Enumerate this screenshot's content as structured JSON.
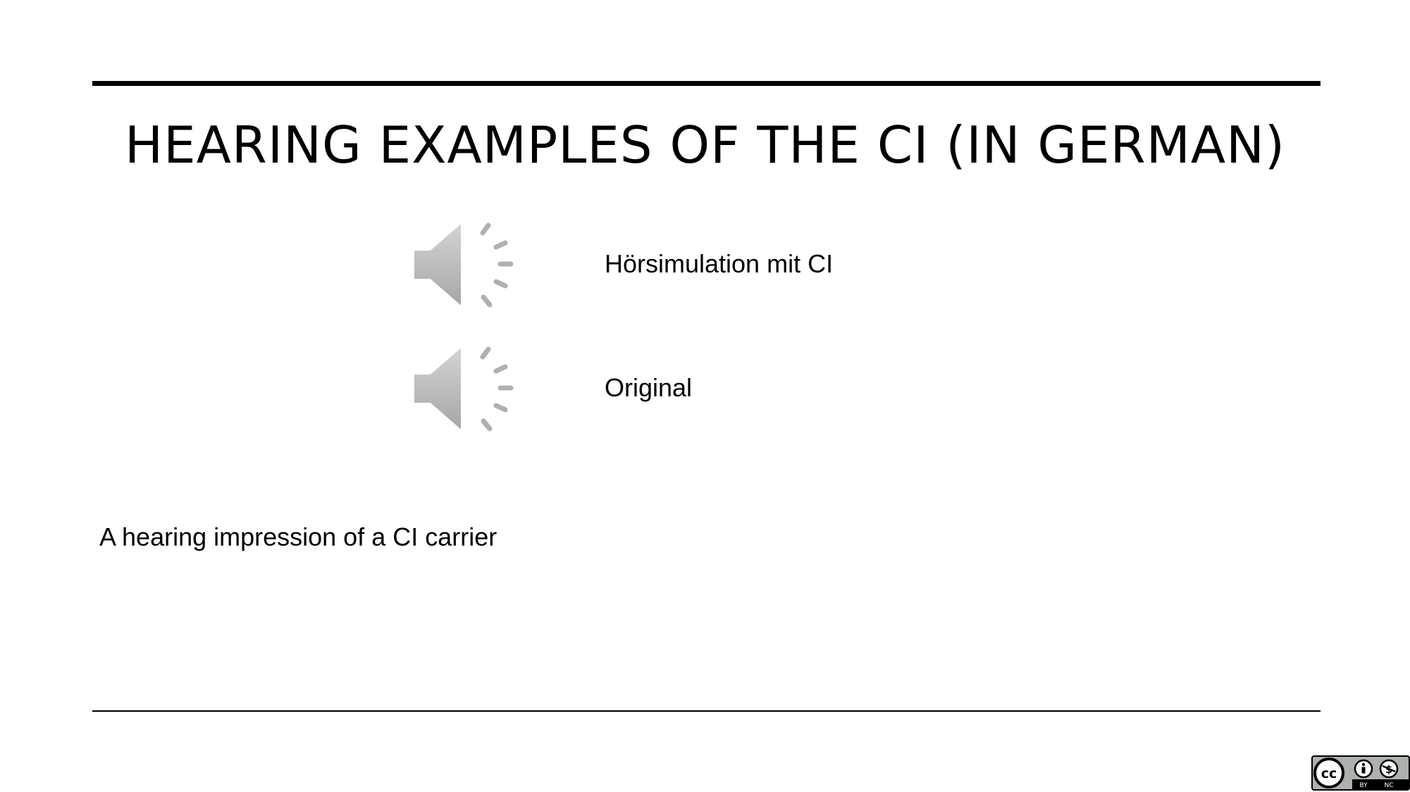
{
  "slide": {
    "title": "HEARING EXAMPLES OF THE CI (IN GERMAN)",
    "audio_items": [
      {
        "label": "Hörsimulation mit CI",
        "icon": "speaker-icon"
      },
      {
        "label": "Original",
        "icon": "speaker-icon"
      }
    ],
    "caption": "A hearing impression of a CI carrier"
  },
  "license": {
    "icon": "cc-by-nc-license-icon",
    "terms": [
      "BY",
      "NC"
    ]
  },
  "colors": {
    "rule": "#000000",
    "speaker_fill": "#b8b8b8",
    "text": "#000000"
  }
}
